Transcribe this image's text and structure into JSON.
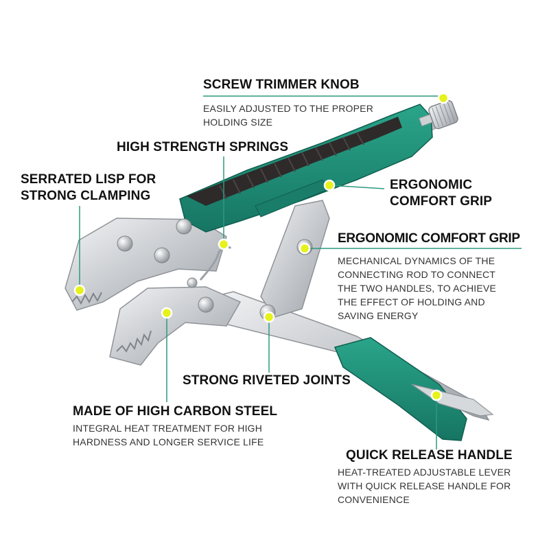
{
  "colors": {
    "handle_green": "#1f8f78",
    "grip_dark": "#2e2a2a",
    "steel": "#c9ccd0",
    "marker_yellow": "#e6f21a",
    "leader_green": "#2b9a7e"
  },
  "callouts": {
    "screw_trimmer_knob": {
      "title": "SCREW TRIMMER KNOB",
      "desc": [
        "EASILY ADJUSTED TO THE PROPER",
        "HOLDING SIZE"
      ]
    },
    "high_strength_springs": {
      "title": "HIGH STRENGTH SPRINGS"
    },
    "serrated_lisp": {
      "title": [
        "SERRATED LISP FOR",
        "STRONG CLAMPING"
      ]
    },
    "ergonomic_comfort_grip": {
      "title": [
        "ERGONOMIC",
        "COMFORT GRIP"
      ]
    },
    "connecting_rod": {
      "title": "ERGONOMIC COMFORT GRIP",
      "desc": [
        "MECHANICAL DYNAMICS OF THE",
        "CONNECTING ROD TO CONNECT",
        "THE TWO HANDLES, TO ACHIEVE",
        "THE EFFECT OF HOLDING AND",
        "SAVING ENERGY"
      ]
    },
    "strong_riveted_joints": {
      "title": "STRONG RIVETED JOINTS"
    },
    "high_carbon_steel": {
      "title": "MADE OF HIGH CARBON STEEL",
      "desc": [
        "INTEGRAL HEAT TREATMENT FOR HIGH",
        "HARDNESS AND LONGER SERVICE LIFE"
      ]
    },
    "quick_release_handle": {
      "title": "QUICK RELEASE HANDLE",
      "desc": [
        "HEAT-TREATED ADJUSTABLE LEVER",
        "WITH QUICK RELEASE HANDLE FOR",
        "CONVENIENCE"
      ]
    }
  }
}
